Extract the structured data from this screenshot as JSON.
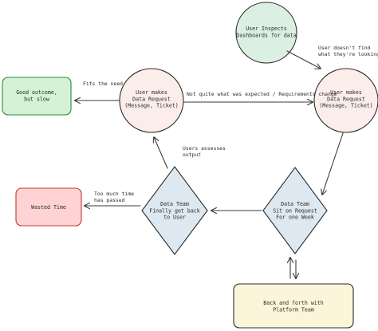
{
  "colors": {
    "green_fill": "#d3f2d6",
    "green_stroke": "#2f8a3b",
    "pink_fill": "#ffd3d3",
    "pink_stroke": "#c0392b",
    "peach_fill": "#fbeeea",
    "teal_fill": "#dcefe3",
    "blue_fill": "#dde8f0",
    "yellow_fill": "#fbf6d9",
    "ink": "#2b2b2b"
  },
  "nodes": {
    "user_inspects": "User Inspects\nDashboards for data",
    "user_request_left": "User makes\nData Request\n(Message, Ticket)",
    "user_request_right": "User makes\nData Request\n(Message, Ticket)",
    "good_outcome": "Good outcome,\nbut slow",
    "wasted_time": "Wasted Time",
    "data_team_gets_back": "Data Team\nFinally get back\nto User",
    "data_team_sits": "Data Team\nSit on Request\nFor one Week",
    "back_and_forth": "Back and forth with\nPlatform Team"
  },
  "edges": {
    "doesnt_find": "User doesn't find\nwhat they're looking for",
    "not_quite": "Not quite what was expected / Requirements change",
    "fits_need": "Fits the need",
    "assesses": "Users assesses\noutput",
    "too_much_time": "Too much time\nhas passed"
  }
}
